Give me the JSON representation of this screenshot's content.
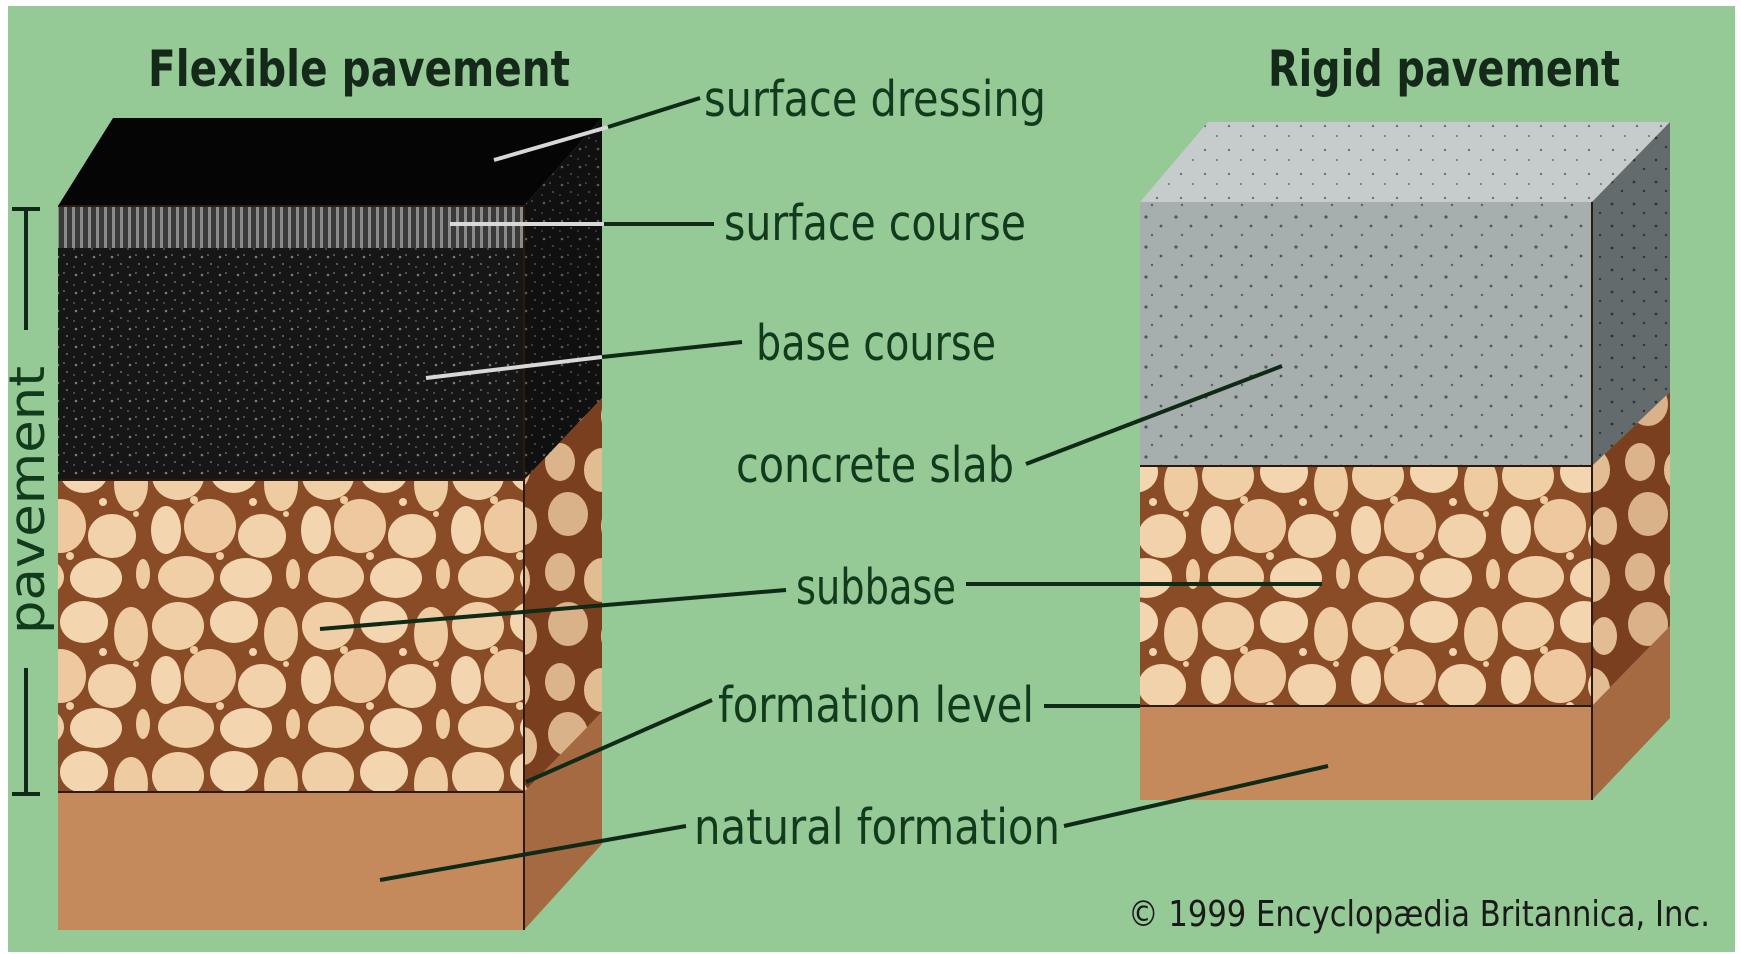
{
  "titles": {
    "flexible": "Flexible pavement",
    "rigid": "Rigid pavement"
  },
  "side_label": "pavement",
  "labels": {
    "surface_dressing": "surface dressing",
    "surface_course": "surface course",
    "base_course": "base course",
    "concrete_slab": "concrete slab",
    "subbase": "subbase",
    "formation_level": "formation level",
    "natural_formation": "natural formation"
  },
  "copyright": "© 1999 Encyclopædia Britannica, Inc.",
  "colors": {
    "background": "#95c995",
    "asphalt": "#141414",
    "concrete": "#a6adad",
    "stone": "#f0cfa6",
    "stone_gap": "#8a4c26",
    "soil": "#c48a5c",
    "text": "#123a1d"
  }
}
